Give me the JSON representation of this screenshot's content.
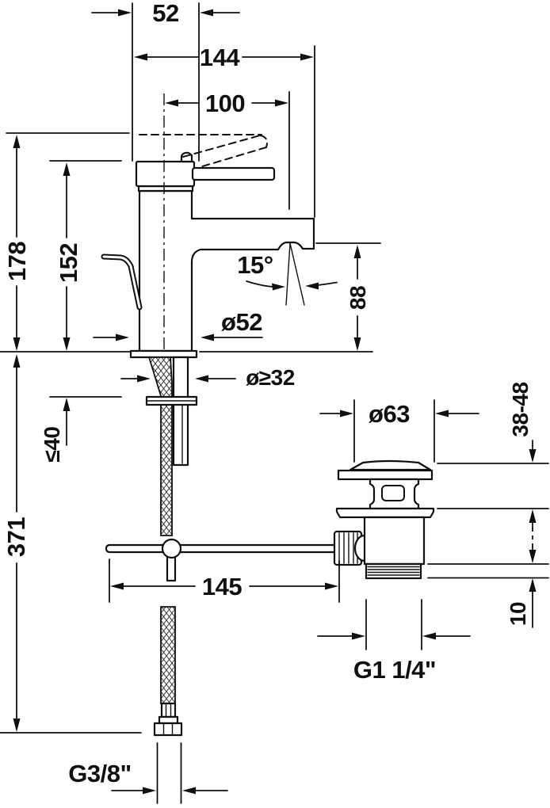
{
  "drawing": {
    "background": "#ffffff",
    "line_color": "#101010",
    "dimensions": {
      "cap_width": "52",
      "total_reach": "144",
      "spout_reach": "100",
      "total_height": "178",
      "spout_height": "152",
      "max_deck_thickness": "≤40",
      "hose_length": "371",
      "outlet_height": "88",
      "spout_angle": "15°",
      "base_diameter": "ø52",
      "min_hole_diameter": "ø≥32",
      "rod_reach": "145",
      "drain_flange_diameter": "ø63",
      "clamping_range": "38-48",
      "thread_engagement": "10",
      "drain_thread": "G1 1/4\"",
      "supply_thread": "G3/8\""
    }
  }
}
